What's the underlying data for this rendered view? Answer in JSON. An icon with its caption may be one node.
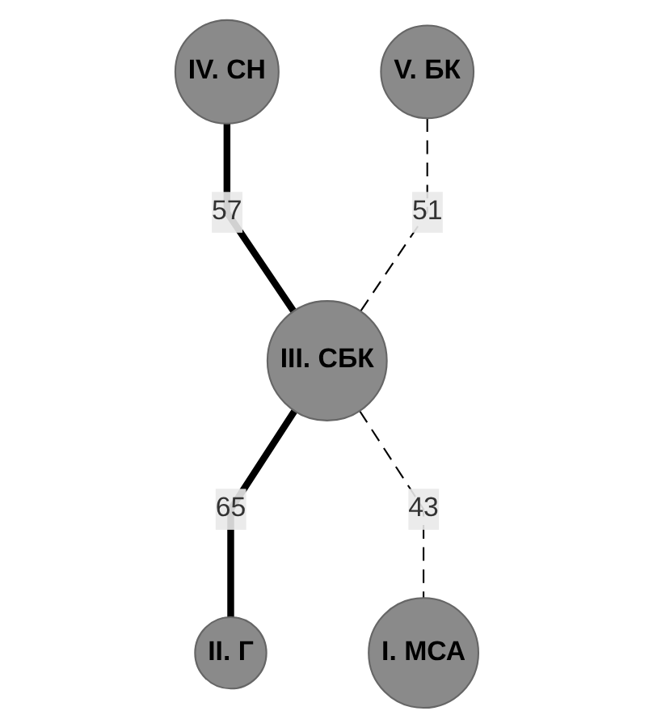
{
  "diagram": {
    "nodes": [
      {
        "text": [
          "IV. СН"
        ]
      },
      {
        "text": [
          "V. БК"
        ]
      },
      {
        "text": [
          "III. СБК"
        ]
      },
      {
        "text": [
          "II. Г"
        ]
      },
      {
        "text": [
          "I. МСА"
        ]
      }
    ],
    "edges": [
      {
        "from": 0,
        "to": 2,
        "arrow": "none",
        "label": "57",
        "style": "thick"
      },
      {
        "from": 1,
        "to": 2,
        "arrow": "none",
        "label": "51",
        "style": "dashed"
      },
      {
        "from": 2,
        "to": 3,
        "arrow": "none",
        "label": "65",
        "style": "thick"
      },
      {
        "from": 2,
        "to": 4,
        "arrow": "none",
        "label": "43",
        "style": "dashed"
      }
    ]
  }
}
